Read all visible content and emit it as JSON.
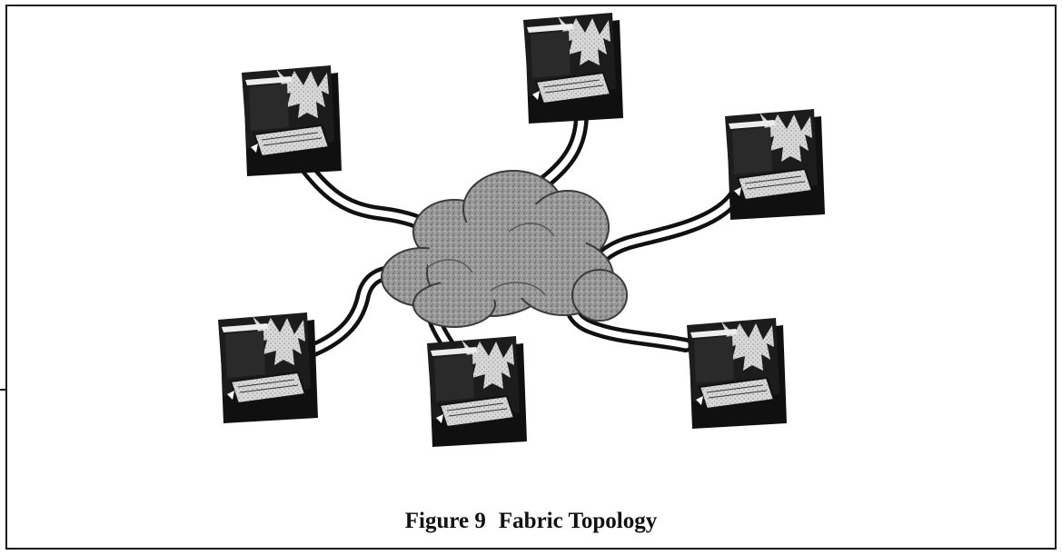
{
  "figure": {
    "number": "Figure 9",
    "title": "Fabric Topology"
  },
  "diagram": {
    "center_node": "cloud-fabric",
    "nodes": [
      "computer-1",
      "computer-2",
      "computer-3",
      "computer-4",
      "computer-5",
      "computer-6"
    ],
    "colors": {
      "ink": "#141414",
      "cloud": "#8f8f8f",
      "cable": "#1a1a1a"
    }
  }
}
